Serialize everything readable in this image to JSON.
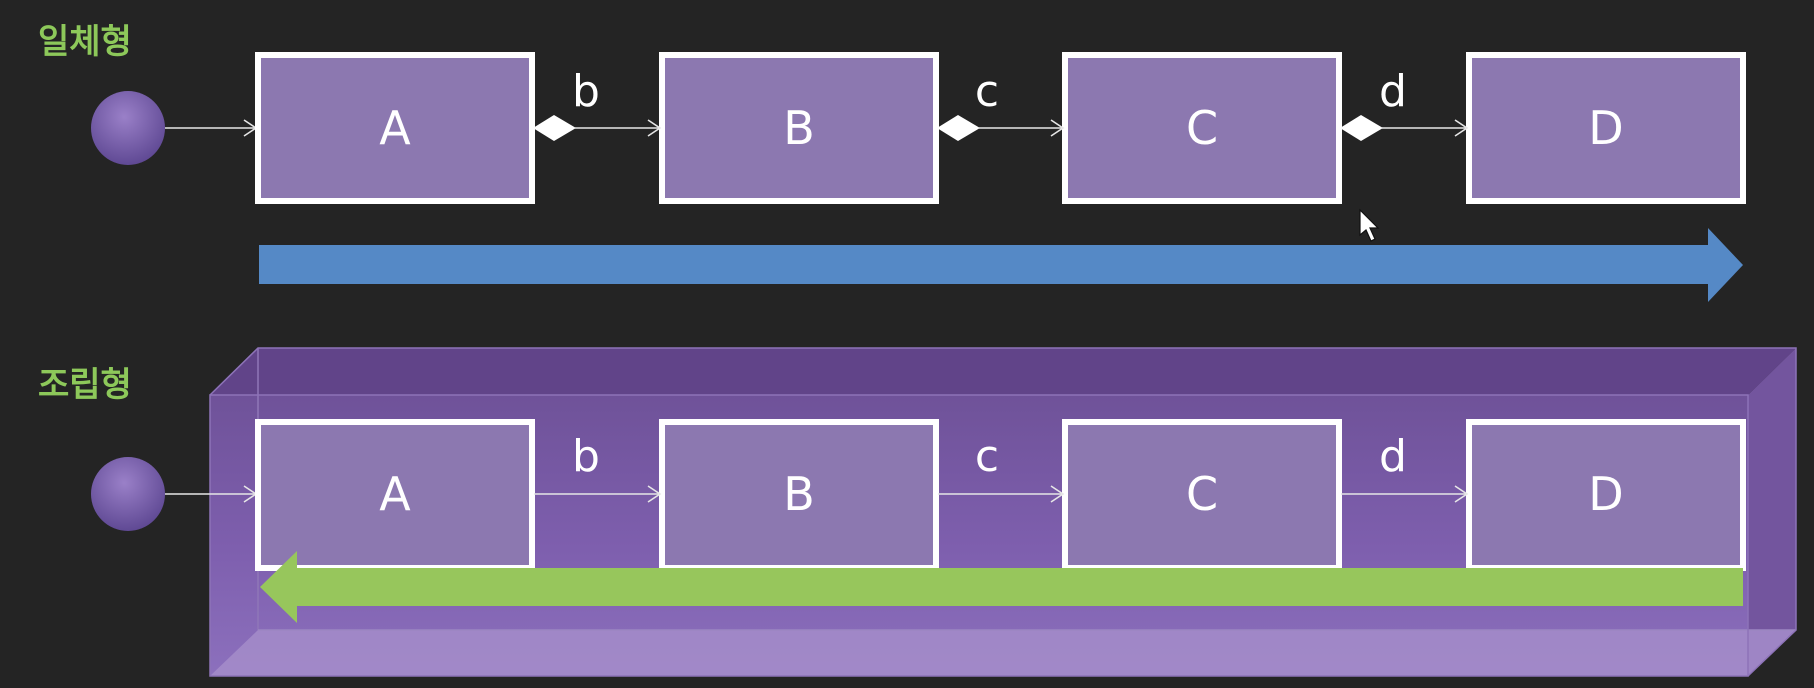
{
  "sections": [
    {
      "title": "일체형",
      "nodes": [
        "A",
        "B",
        "C",
        "D"
      ],
      "edge_labels": [
        "b",
        "c",
        "d"
      ],
      "edge_style": "diamond-composition",
      "flow_arrow": {
        "direction": "right",
        "color": "#5589c6"
      }
    },
    {
      "title": "조립형",
      "nodes": [
        "A",
        "B",
        "C",
        "D"
      ],
      "edge_labels": [
        "b",
        "c",
        "d"
      ],
      "edge_style": "plain",
      "flow_arrow": {
        "direction": "left",
        "color": "#97c65c"
      },
      "container_color": "#7a5aa6"
    }
  ],
  "colors": {
    "background": "#242424",
    "node_fill": "#8c78b0",
    "node_border": "#ffffff",
    "start_circle": "#7a5cae",
    "title_text": "#8dc85a"
  },
  "cursor_icon": "mouse-pointer-icon"
}
